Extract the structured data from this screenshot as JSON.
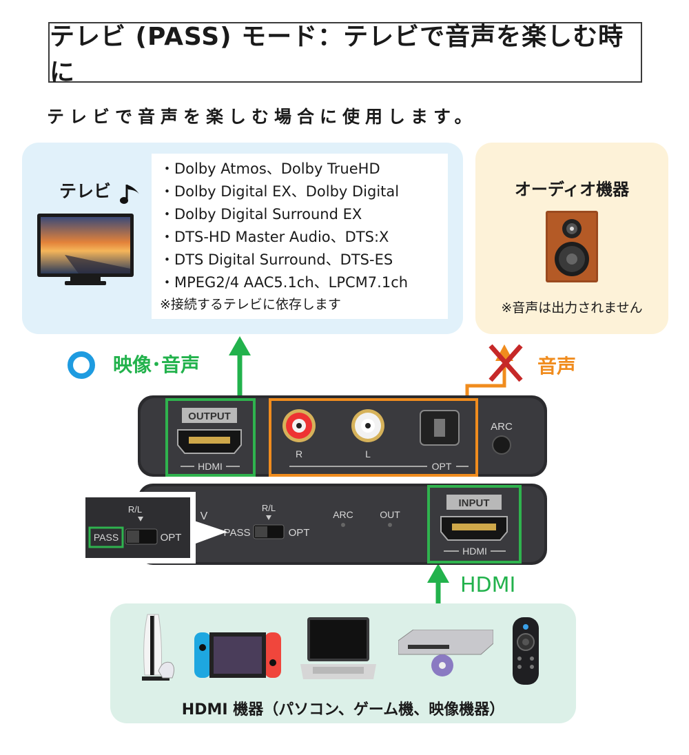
{
  "title": "テレビ (PASS) モード：テレビで音声を楽しむ時に",
  "subtitle": "テレビで音声を楽しむ場合に使用します。",
  "tv": {
    "label": "テレビ",
    "formats": [
      "・Dolby Atmos、Dolby TrueHD",
      "・Dolby Digital EX、Dolby Digital",
      "・Dolby Digital Surround EX",
      "・DTS-HD Master Audio、DTS:X",
      "・DTS Digital Surround、DTS-ES",
      "・MPEG2/4 AAC5.1ch、LPCM7.1ch"
    ],
    "note": "※接続するテレビに依存します"
  },
  "audio": {
    "title": "オーディオ機器",
    "note": "※音声は出力されません"
  },
  "flow": {
    "video_audio_label": "映像･音声",
    "audio_label": "音声",
    "hdmi_label": "HDMI"
  },
  "device_rear": {
    "output_label": "OUTPUT",
    "hdmi_label": "HDMI",
    "r_label": "R",
    "l_label": "L",
    "opt_label": "OPT",
    "arc_label": "ARC"
  },
  "device_front": {
    "v_label": "V",
    "rl_label": "R/L",
    "pass_label": "PASS",
    "opt_label": "OPT",
    "arc_label": "ARC",
    "out_label": "OUT",
    "input_label": "INPUT",
    "hdmi_label": "HDMI"
  },
  "zoom": {
    "rl_label": "R/L",
    "pass_label": "PASS",
    "opt_label": "OPT"
  },
  "sources": {
    "caption": "HDMI 機器（パソコン、ゲーム機、映像機器）",
    "icons": [
      "game-console-icon",
      "handheld-console-icon",
      "laptop-icon",
      "dvd-player-icon",
      "remote-stick-icon"
    ]
  },
  "colors": {
    "green": "#22b24c",
    "orange": "#f08c1e",
    "blue_circle": "#1e9be0",
    "cross": "#c62828"
  }
}
